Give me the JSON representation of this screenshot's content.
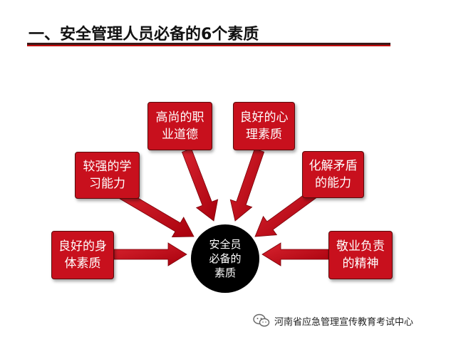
{
  "title": "一、安全管理人员必备的6个素质",
  "center": {
    "lines": [
      "安全员",
      "必备的",
      "素质"
    ]
  },
  "boxes": [
    {
      "id": "box-learning",
      "lines": [
        "较强的学",
        "习能力"
      ]
    },
    {
      "id": "box-ethics",
      "lines": [
        "高尚的职",
        "业道德"
      ]
    },
    {
      "id": "box-psych",
      "lines": [
        "良好的心",
        "理素质"
      ]
    },
    {
      "id": "box-resolve",
      "lines": [
        "化解矛盾",
        "的能力"
      ]
    },
    {
      "id": "box-physical",
      "lines": [
        "良好的身",
        "体素质"
      ]
    },
    {
      "id": "box-dedication",
      "lines": [
        "敬业负责",
        "的精神"
      ]
    }
  ],
  "watermark": {
    "text": "河南省应急管理宣传教育考试中心",
    "icon": "wechat-icon"
  },
  "colors": {
    "accent": "#c00000",
    "box": "#c8101d",
    "center": "#000000",
    "rule_dark": "#3a1a1a"
  }
}
